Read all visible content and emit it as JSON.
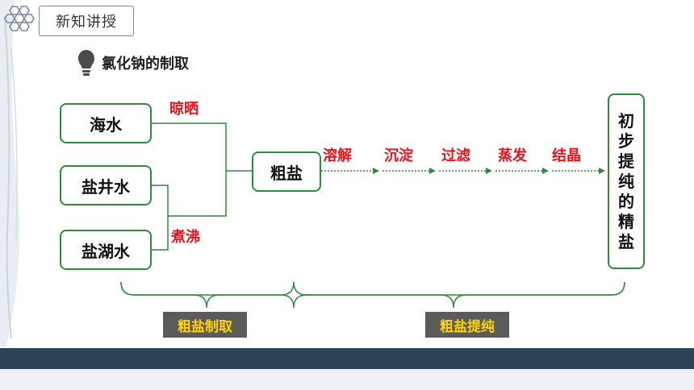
{
  "header": {
    "tag_label": "新知讲授"
  },
  "section": {
    "title": "氯化钠的制取",
    "icon": "lightbulb-icon"
  },
  "sources": [
    "海水",
    "盐井水",
    "盐湖水"
  ],
  "methods": {
    "sun_dry": "晾晒",
    "boil": "煮沸"
  },
  "crude_salt": "粗盐",
  "steps": [
    "溶解",
    "沉淀",
    "过滤",
    "蒸发",
    "结晶"
  ],
  "result_chars": [
    "初",
    "步",
    "提",
    "纯",
    "的",
    "精",
    "盐"
  ],
  "stages": {
    "production": "粗盐制取",
    "purification": "粗盐提纯"
  },
  "colors": {
    "node_border": "#2f8a3f",
    "label_red": "#e8141c",
    "tag_bg": "#5b5b5b",
    "tag_text": "#ffd400",
    "line": "#2f8a3f"
  }
}
